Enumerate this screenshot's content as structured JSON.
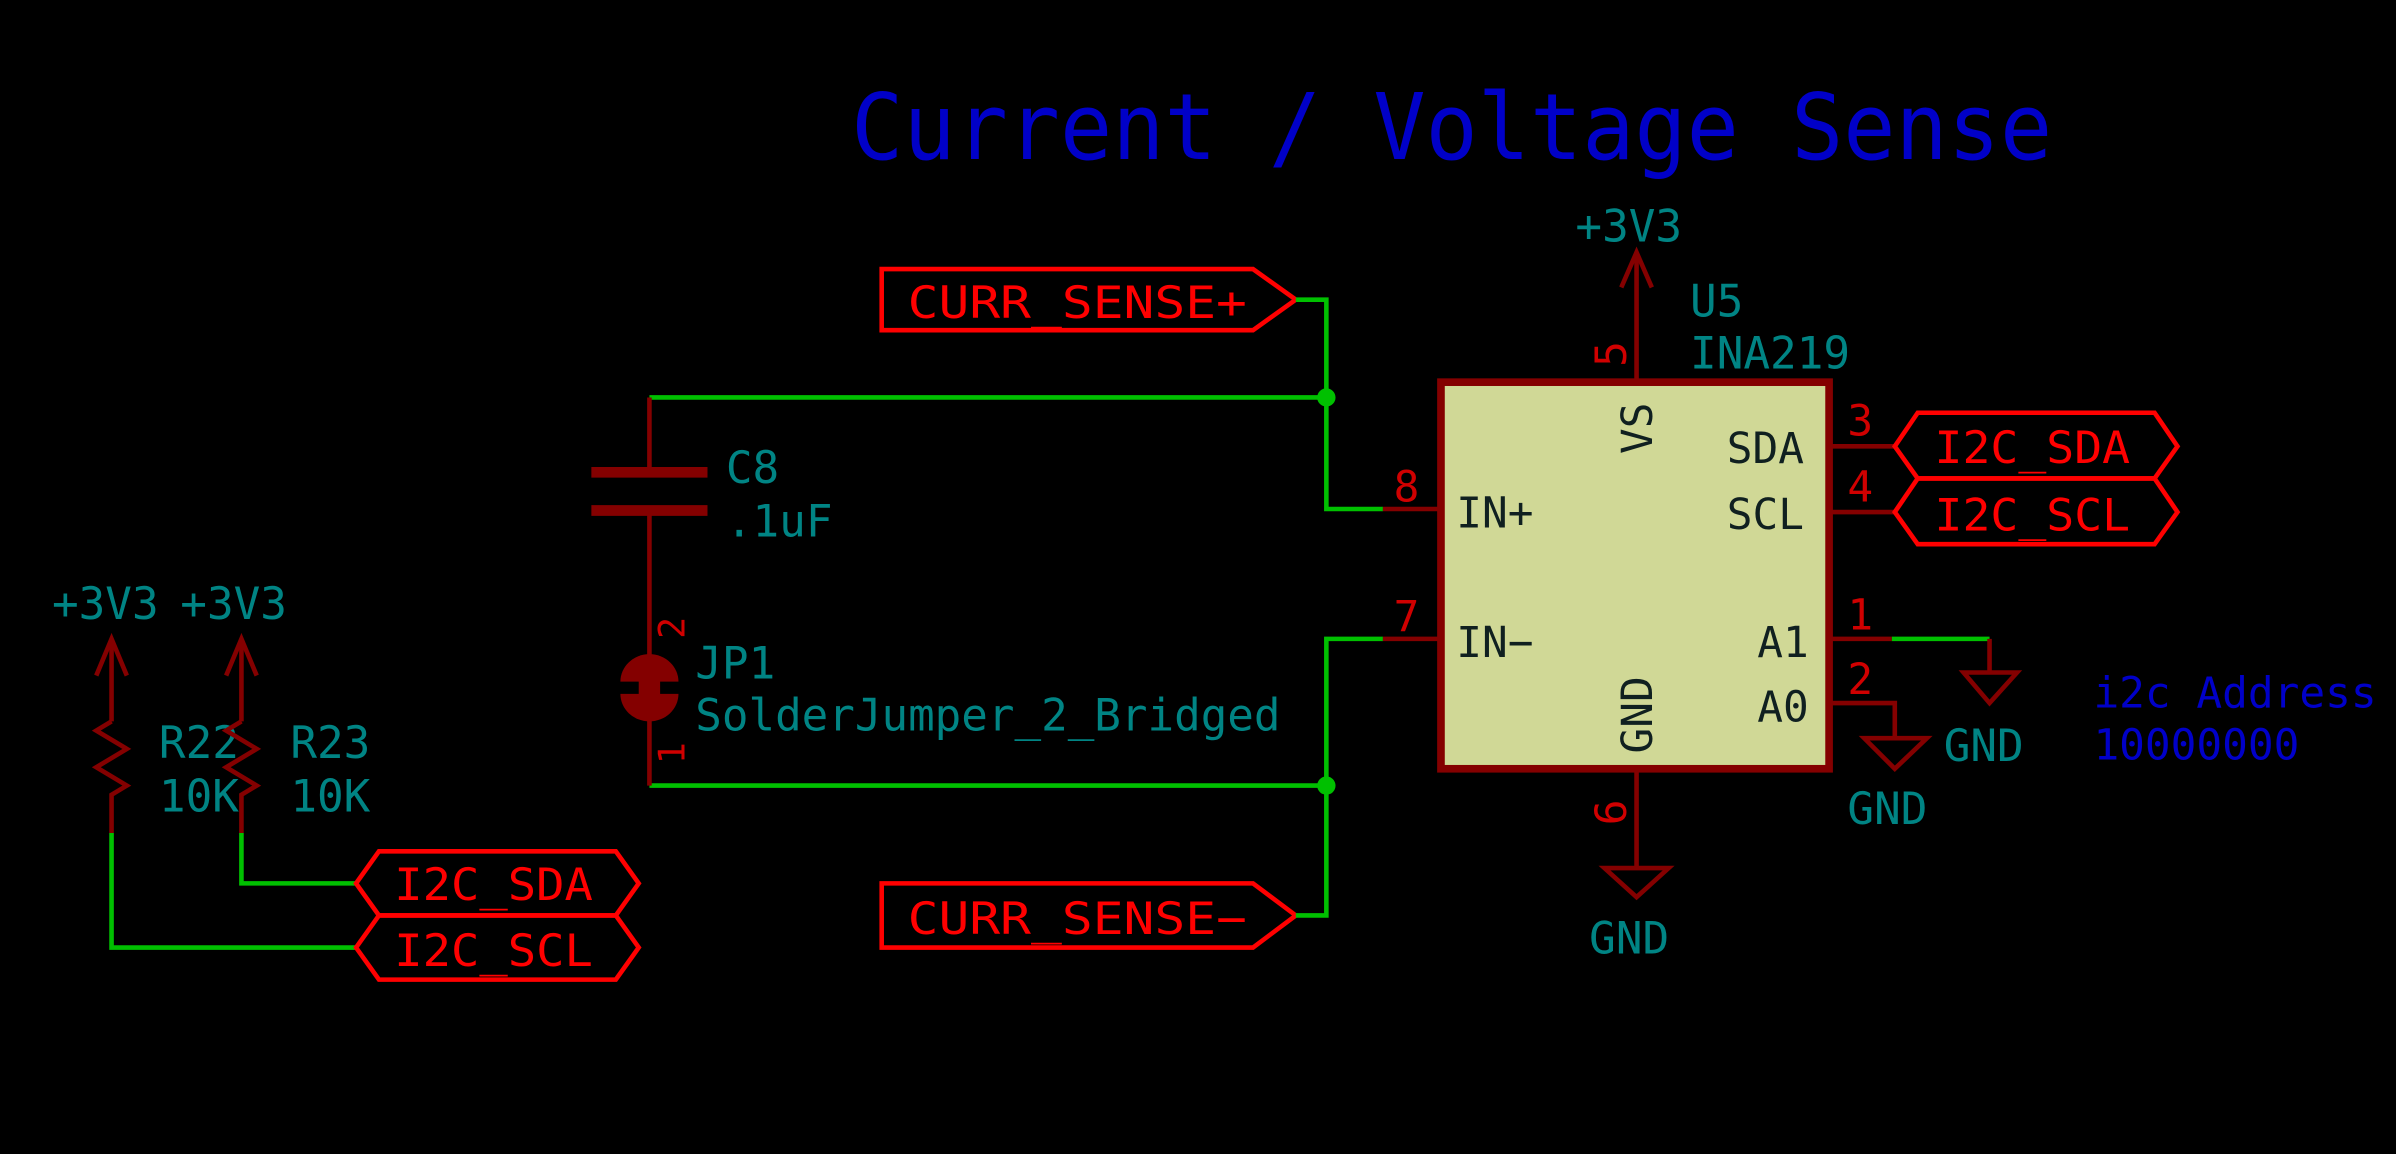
{
  "title": "Current / Voltage Sense",
  "colors": {
    "background": "#000000",
    "wire": "#00c000",
    "label": "#ff0000",
    "component": "#840000",
    "body_fill": "#d0d896",
    "field_text": "#008484",
    "note_text": "#0000c8"
  },
  "labels": {
    "curr_sense_pos": "CURR_SENSE+",
    "curr_sense_neg": "CURR_SENSE−",
    "i2c_sda": "I2C_SDA",
    "i2c_scl": "I2C_SCL"
  },
  "power": {
    "v33": "+3V3",
    "gnd": "GND"
  },
  "c8": {
    "ref": "C8",
    "value": ".1uF"
  },
  "jp1": {
    "ref": "JP1",
    "value": "SolderJumper_2_Bridged",
    "pin1": "1",
    "pin2": "2"
  },
  "r22": {
    "ref": "R22",
    "value": "10K"
  },
  "r23": {
    "ref": "R23",
    "value": "10K"
  },
  "u5": {
    "ref": "U5",
    "value": "INA219",
    "pins": {
      "vs": {
        "name": "VS",
        "num": "5"
      },
      "gnd": {
        "name": "GND",
        "num": "6"
      },
      "in_pos": {
        "name": "IN+",
        "num": "8"
      },
      "in_neg": {
        "name": "IN−",
        "num": "7"
      },
      "sda": {
        "name": "SDA",
        "num": "3"
      },
      "scl": {
        "name": "SCL",
        "num": "4"
      },
      "a1": {
        "name": "A1",
        "num": "1"
      },
      "a0": {
        "name": "A0",
        "num": "2"
      }
    }
  },
  "note": {
    "line1": "i2c Address",
    "line2": "10000000"
  }
}
